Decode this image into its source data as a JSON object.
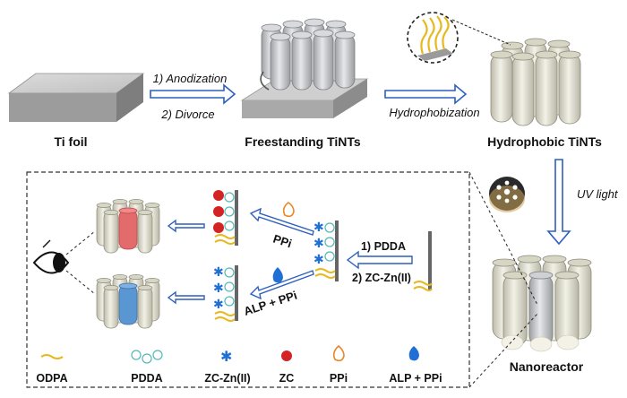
{
  "top_row": {
    "ti_foil_label": "Ti foil",
    "step1": "1) Anodization",
    "step2": "2) Divorce",
    "freestanding_label": "Freestanding TiNTs",
    "hydrophobization": "Hydrophobization",
    "hydrophobic_label": "Hydrophobic TiNTs"
  },
  "uv": {
    "label": "UV light"
  },
  "nanoreactor": {
    "label": "Nanoreactor"
  },
  "panel": {
    "pddasteps": {
      "step1": "1) PDDA",
      "step2": "2) ZC-Zn(II)"
    },
    "ppi_arrow": "PPi",
    "alp_arrow": "ALP + PPi"
  },
  "legend": [
    {
      "key": "odpa",
      "label": "ODPA"
    },
    {
      "key": "pdda",
      "label": "PDDA"
    },
    {
      "key": "zczn",
      "label": "ZC-Zn(II)"
    },
    {
      "key": "zc",
      "label": "ZC"
    },
    {
      "key": "ppi",
      "label": "PPi"
    },
    {
      "key": "alpppi",
      "label": "ALP + PPi"
    }
  ],
  "colors": {
    "arrow_blue": "#2d5fbe",
    "zc_red": "#d42323",
    "zn_blue": "#1f6fd4",
    "odpa_yellow": "#e8b820",
    "ppi_orange": "#e8862a",
    "tube_cream": "#e8e6d6",
    "red_dye": "#e36b6b",
    "blue_dye": "#5a96d2"
  }
}
